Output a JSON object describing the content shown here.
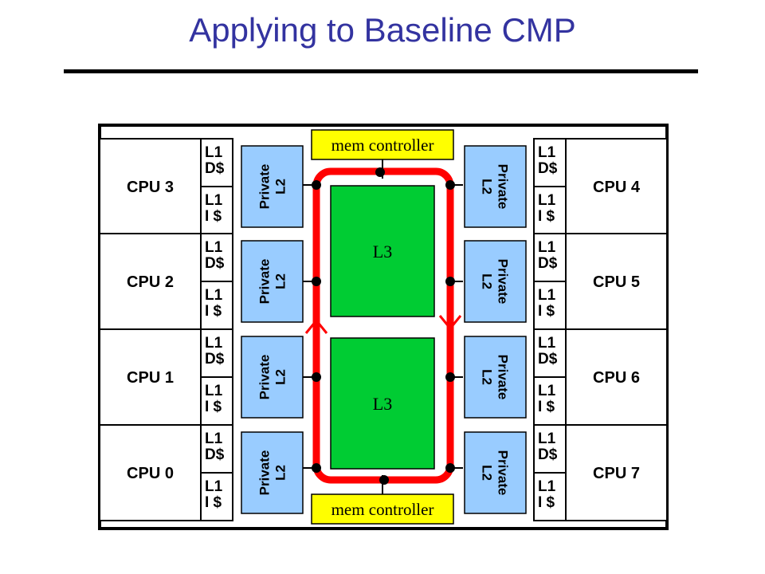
{
  "slide": {
    "title": "Applying to Baseline CMP"
  },
  "diagram": {
    "mem_controller_top": "mem controller",
    "mem_controller_bottom": "mem controller",
    "l3_top": "L3",
    "l3_bottom": "L3",
    "l1d": [
      "L1",
      "D$"
    ],
    "l1i": [
      "L1",
      "I $"
    ],
    "private_l2": [
      "Private",
      "L2"
    ],
    "left_cpus": [
      "CPU 3",
      "CPU 2",
      "CPU 1",
      "CPU 0"
    ],
    "right_cpus": [
      "CPU 4",
      "CPU 5",
      "CPU 6",
      "CPU 7"
    ]
  },
  "colors": {
    "title": "#3333a0",
    "l2_fill": "#99ccff",
    "l3_fill": "#00cc33",
    "mem_fill": "#ffff00",
    "ring": "#ff0000"
  }
}
